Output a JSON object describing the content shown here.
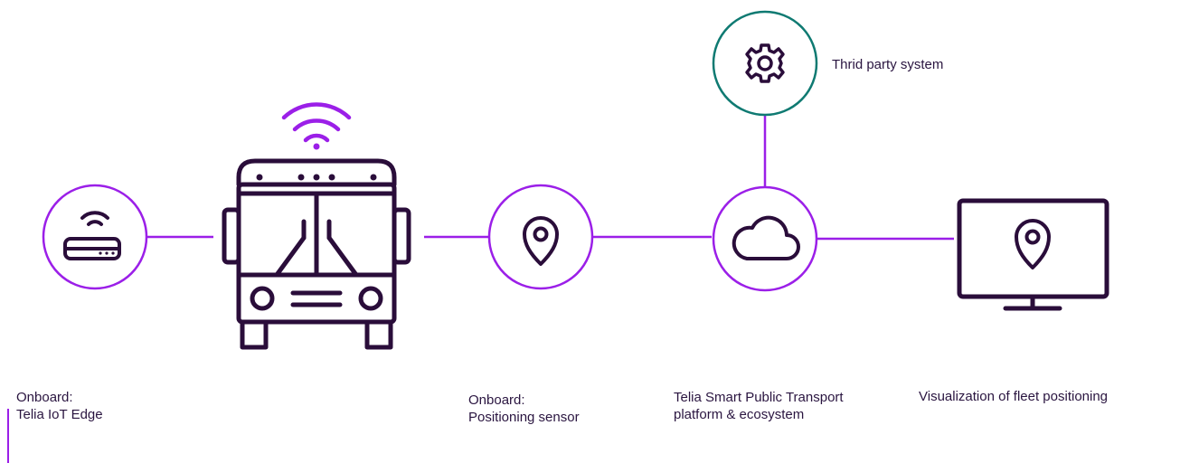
{
  "colors": {
    "purple": "#9b1fe8",
    "teal": "#0f7a72",
    "dark": "#2a0d3a",
    "text": "#2a1540"
  },
  "nodes": {
    "router": {
      "icon": "router-icon",
      "label_line1": "Onboard:",
      "label_line2": "Telia IoT Edge"
    },
    "bus": {
      "icon": "bus-icon",
      "signal_icon": "wifi-icon"
    },
    "sensor": {
      "icon": "location-pin-icon",
      "label_line1": "Onboard:",
      "label_line2": "Positioning sensor"
    },
    "cloud": {
      "icon": "cloud-icon",
      "label_line1": "Telia Smart Public Transport",
      "label_line2": "platform & ecosystem"
    },
    "third_party": {
      "icon": "gear-icon",
      "label": "Thrid party system"
    },
    "monitor": {
      "icon": "monitor-icon",
      "label": "Visualization of fleet positioning"
    }
  }
}
